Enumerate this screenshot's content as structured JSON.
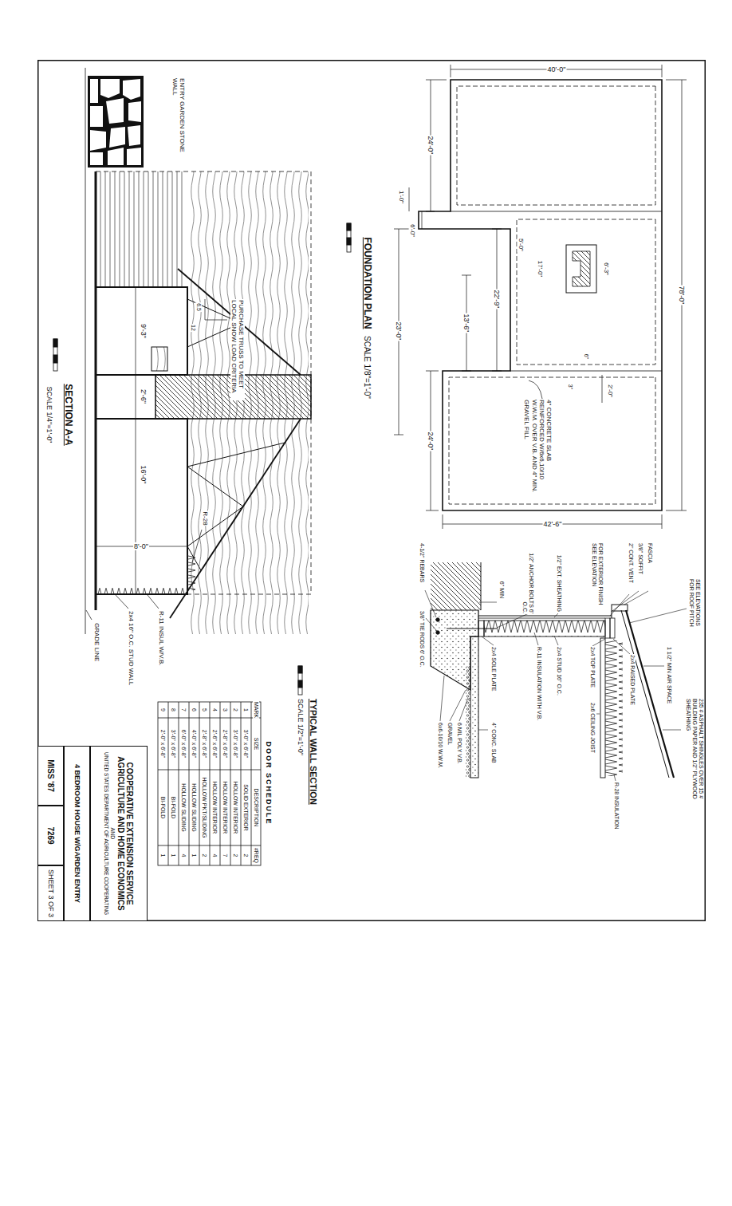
{
  "diagram": {
    "nodes": [
      {
        "text": [
          "COOPERATIVE EXTENSION SERVICE AGRICULTURE AND HOME ECONOMICS",
          "AND",
          "UNITED STATES DEPARTMENT OF AGRICULTURE COOPERATING"
        ]
      },
      {
        "text": [
          "4 BEDROOM HOUSE W/GARDEN ENTRY"
        ]
      },
      {
        "text": [
          "MISS '87"
        ]
      },
      {
        "text": [
          "7269"
        ]
      },
      {
        "text": [
          "SHEET 3 OF 3"
        ]
      }
    ],
    "labels": [
      "40'-0\"",
      "78'-0\"",
      "24'-0\"",
      "1'-0\"",
      "6'-0\"",
      "5'-0\"",
      "17'-0\"",
      "22'-9\"",
      "13'-6\"",
      "23'-0\"",
      "24'-0\"",
      "42'-6\"",
      "6'-3\"",
      "6\"",
      "3\"",
      "2'-0\"",
      "4\" CONCRETE SLAB REINFORCED W/6x6,10/10 W.W.M. OVER V.B. AND 4\" MIN. GRAVEL FILL",
      "FOUNDATION PLAN",
      "SCALE 1/8\"=1'-0\"",
      "ENTRY GARDEN STONE WALL",
      "6.5",
      "12",
      "PURCHASE TRUSS TO MEET LOCAL SNOW LOAD CRITERIA",
      "9'-3\"",
      "2'-6\"",
      "16'-0\"",
      "8'-0\"",
      "R-28",
      "R-11 INSUL W/V.B.",
      "2x4 16\" O.C. STUD WALL",
      "GRADE LINE",
      "SECTION A-A",
      "SCALE 1/4\"=1'-0\"",
      "SEE ELEVATIONS FOR ROOF PITCH",
      "1 1/2\" MIN AIR SPACE",
      "235 # ASPHALT SHINGLES OVER 15 # BUILDING PAPER AND 1/2\" PLYWOOD SHEATHING",
      "FASCIA",
      "3/8\" SOFFIT",
      "2\" CONT. VENT",
      "FOR EXTERIOR FINISH SEE ELEVATION",
      "2x4 RAISED PLATE",
      "2x4 TOP PLATE",
      "2x6 CEILING JOIST",
      "R-28 INSULATION",
      "2x4 STUD 16\" O.C.",
      "1/2\" EXT. SHEATHING",
      "R-11 INSULATION WITH V.B.",
      "1/2\" ANCHOR BOLTS 6' O.C.",
      "6\" MIN",
      "2x4 SOLE PLATE",
      "4\" CONC. SLAB",
      "6 MIL POLY V.B.",
      "GRAVEL",
      "6x6-10/10 W.W.M.",
      "3/8\" TIE RODS 6' O.C.",
      "4-1/2\" REBARS",
      "TYPICAL WALL SECTION",
      "SCALE 1/2\"=1'-0\"",
      "DOOR SCHEDULE",
      "MARK",
      "SIZE",
      "DESCRIPTION",
      "#REQ",
      "1",
      "3'-0\" x 6'-8\"",
      "SOLID EXTERIOR",
      "2",
      "2",
      "3'-0\" x 6'-8\"",
      "HOLLOW INTERIOR",
      "2",
      "3",
      "2'-8\" x 6'-8\"",
      "HOLLOW INTERIOR",
      "7",
      "4",
      "2'-6\" x 6'-8\"",
      "HOLLOW INTERIOR",
      "4",
      "5",
      "2'-8\" x 6'-8\"",
      "HOLLOW PKT/SLIDING",
      "2",
      "6",
      "4'-0\" x 6'-8\"",
      "HOLLOW SLIDING",
      "1",
      "7",
      "6'-0\" x 6'-8\"",
      "HOLLOW SLIDING",
      "4",
      "8",
      "3'-0\" x 6'-8\"",
      "BI-FOLD",
      "1",
      "9",
      "2'-0\" x 6'-8\"",
      "BI-FOLD",
      "1"
    ]
  }
}
